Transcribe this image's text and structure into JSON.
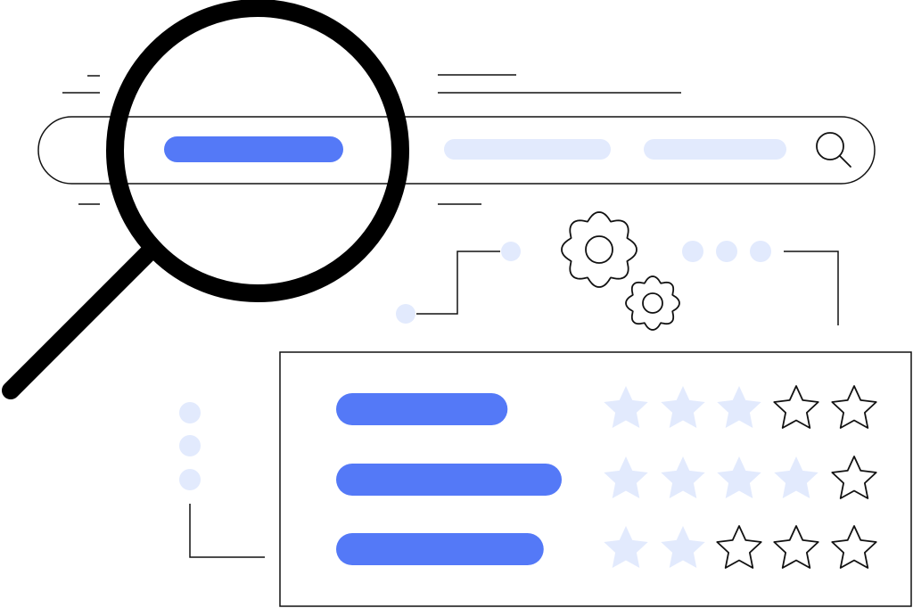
{
  "colors": {
    "accent": "#5479F7",
    "light": "#E2EAFD",
    "stroke": "#111111",
    "background": "#FFFFFF"
  },
  "icons": {
    "magnifier": "magnifying-glass-icon",
    "search": "search-icon",
    "gears": "gear-icon",
    "star": "star-icon"
  },
  "results": [
    {
      "rating": 3,
      "max": 5,
      "bar_fraction": 0.76
    },
    {
      "rating": 4,
      "max": 5,
      "bar_fraction": 1.0
    },
    {
      "rating": 2,
      "max": 5,
      "bar_fraction": 0.92
    }
  ]
}
